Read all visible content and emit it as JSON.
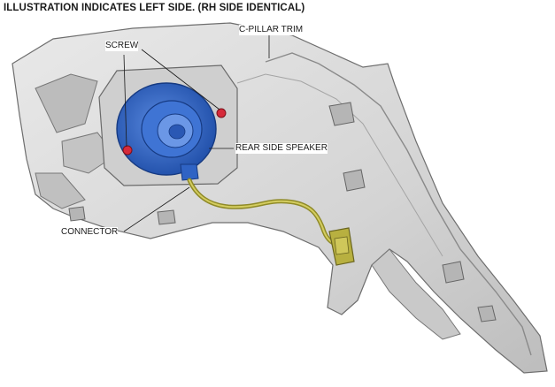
{
  "header": {
    "note": "ILLUSTRATION INDICATES LEFT SIDE. (RH SIDE IDENTICAL)"
  },
  "labels": {
    "screw": "SCREW",
    "c_pillar_trim": "C-PILLAR TRIM",
    "rear_side_speaker": "REAR SIDE SPEAKER",
    "connector": "CONNECTOR"
  },
  "colors": {
    "trim": "#d6d6d6",
    "trim_dark": "#9a9a9a",
    "speaker": "#2f63c4",
    "harness": "#b8b040",
    "screw": "#d62a3a"
  }
}
